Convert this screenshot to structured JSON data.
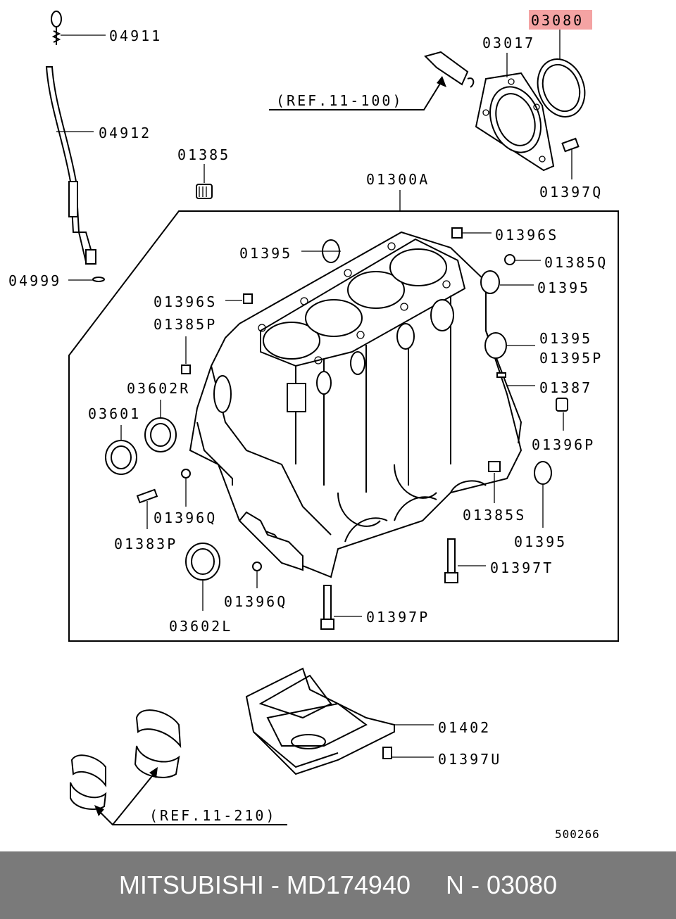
{
  "callouts": {
    "p04911": "04911",
    "p04912": "04912",
    "p04999": "04999",
    "p01385": "01385",
    "p01300A": "01300A",
    "p03017": "03017",
    "p03080": "03080",
    "p01397Q": "01397Q",
    "p01396S_a": "01396S",
    "p01385Q": "01385Q",
    "p01395_a": "01395",
    "p01395_b": "01395",
    "p01395_c": "01395",
    "p01395P": "01395P",
    "p01387": "01387",
    "p01396P": "01396P",
    "p01385S": "01385S",
    "p01395_d": "01395",
    "p01397T": "01397T",
    "p01397P": "01397P",
    "p01396S_b": "01396S",
    "p01385P": "01385P",
    "p03602R": "03602R",
    "p03601": "03601",
    "p01396Q_a": "01396Q",
    "p01383P": "01383P",
    "p03602L": "03602L",
    "p01396Q_b": "01396Q",
    "p01402": "01402",
    "p01397U": "01397U"
  },
  "references": {
    "ref_top": "(REF.11-100)",
    "ref_bottom": "(REF.11-210)"
  },
  "diagram_code": "500266",
  "highlight_color": "#f4a3a3",
  "footer": {
    "text": "MITSUBISHI - MD174940     N - 03080"
  }
}
